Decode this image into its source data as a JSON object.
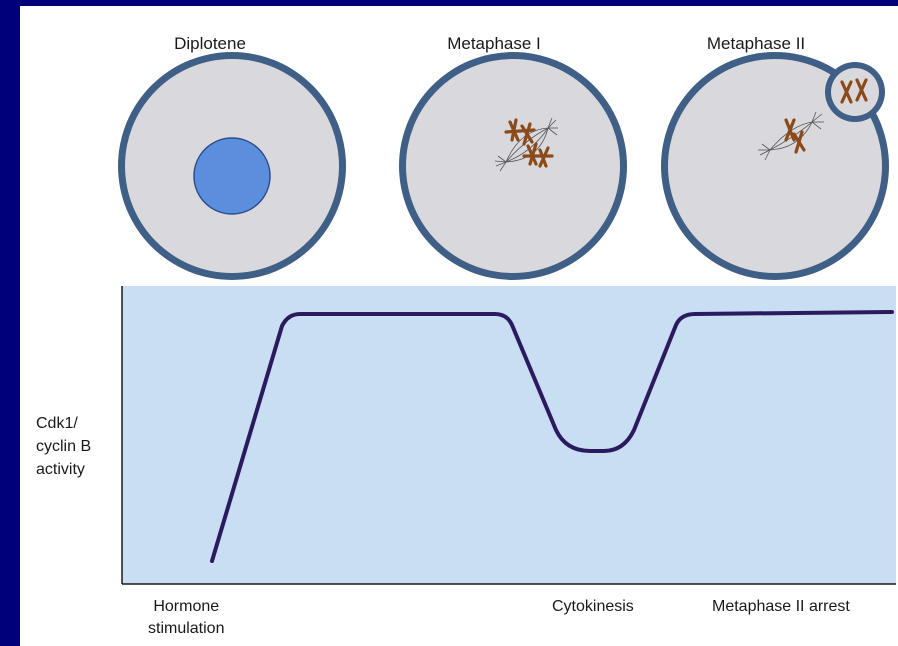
{
  "stages": [
    {
      "title": "Diplotene"
    },
    {
      "title": "Metaphase I"
    },
    {
      "title": "Metaphase II"
    }
  ],
  "y_axis_label": [
    "Cdk1/",
    "cyclin B",
    "activity"
  ],
  "x_labels": {
    "hormone": [
      "Hormone",
      "stimulation"
    ],
    "cytokinesis": "Cytokinesis",
    "arrest": "Metaphase II arrest"
  },
  "colors": {
    "background": "#00007a",
    "cell_fill": "#d9d9dd",
    "cell_border": "#3f5f86",
    "nucleus": "#5b8fde",
    "chart_fill": "#c9ddf3",
    "curve": "#2a1a5e",
    "chromosome": "#8a4a1a"
  }
}
